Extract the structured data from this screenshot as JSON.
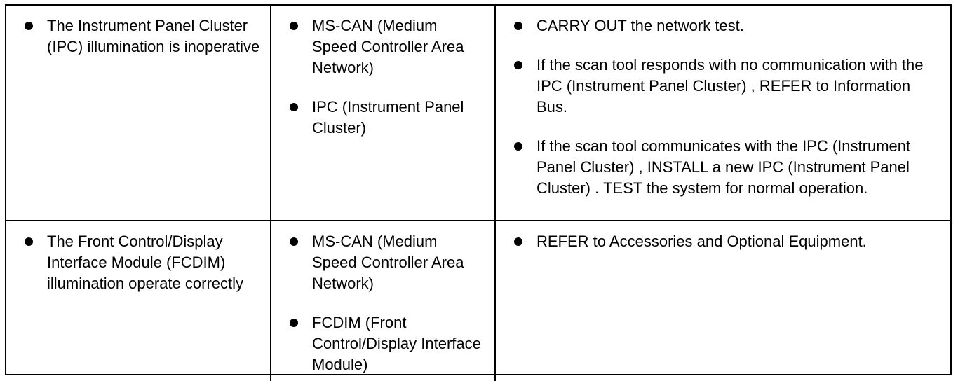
{
  "rows": [
    {
      "condition": [
        "The Instrument Panel Cluster (IPC) illumination is inoperative"
      ],
      "source": [
        "MS-CAN (Medium Speed Controller Area Network)",
        "IPC (Instrument Panel Cluster)"
      ],
      "action": [
        "CARRY OUT the network test.",
        "If the scan tool responds with no communication with the IPC (Instrument Panel Cluster) , REFER to Information Bus.",
        "If the scan tool communicates with the IPC (Instrument Panel Cluster) , INSTALL a new IPC (Instrument Panel Cluster) .  TEST the system for normal operation."
      ]
    },
    {
      "condition": [
        "The Front Control/Display Interface Module (FCDIM) illumination operate correctly"
      ],
      "source": [
        "MS-CAN (Medium Speed Controller Area Network)",
        "FCDIM (Front Control/Display Interface Module)"
      ],
      "action": [
        "REFER to Accessories and Optional Equipment."
      ]
    }
  ]
}
